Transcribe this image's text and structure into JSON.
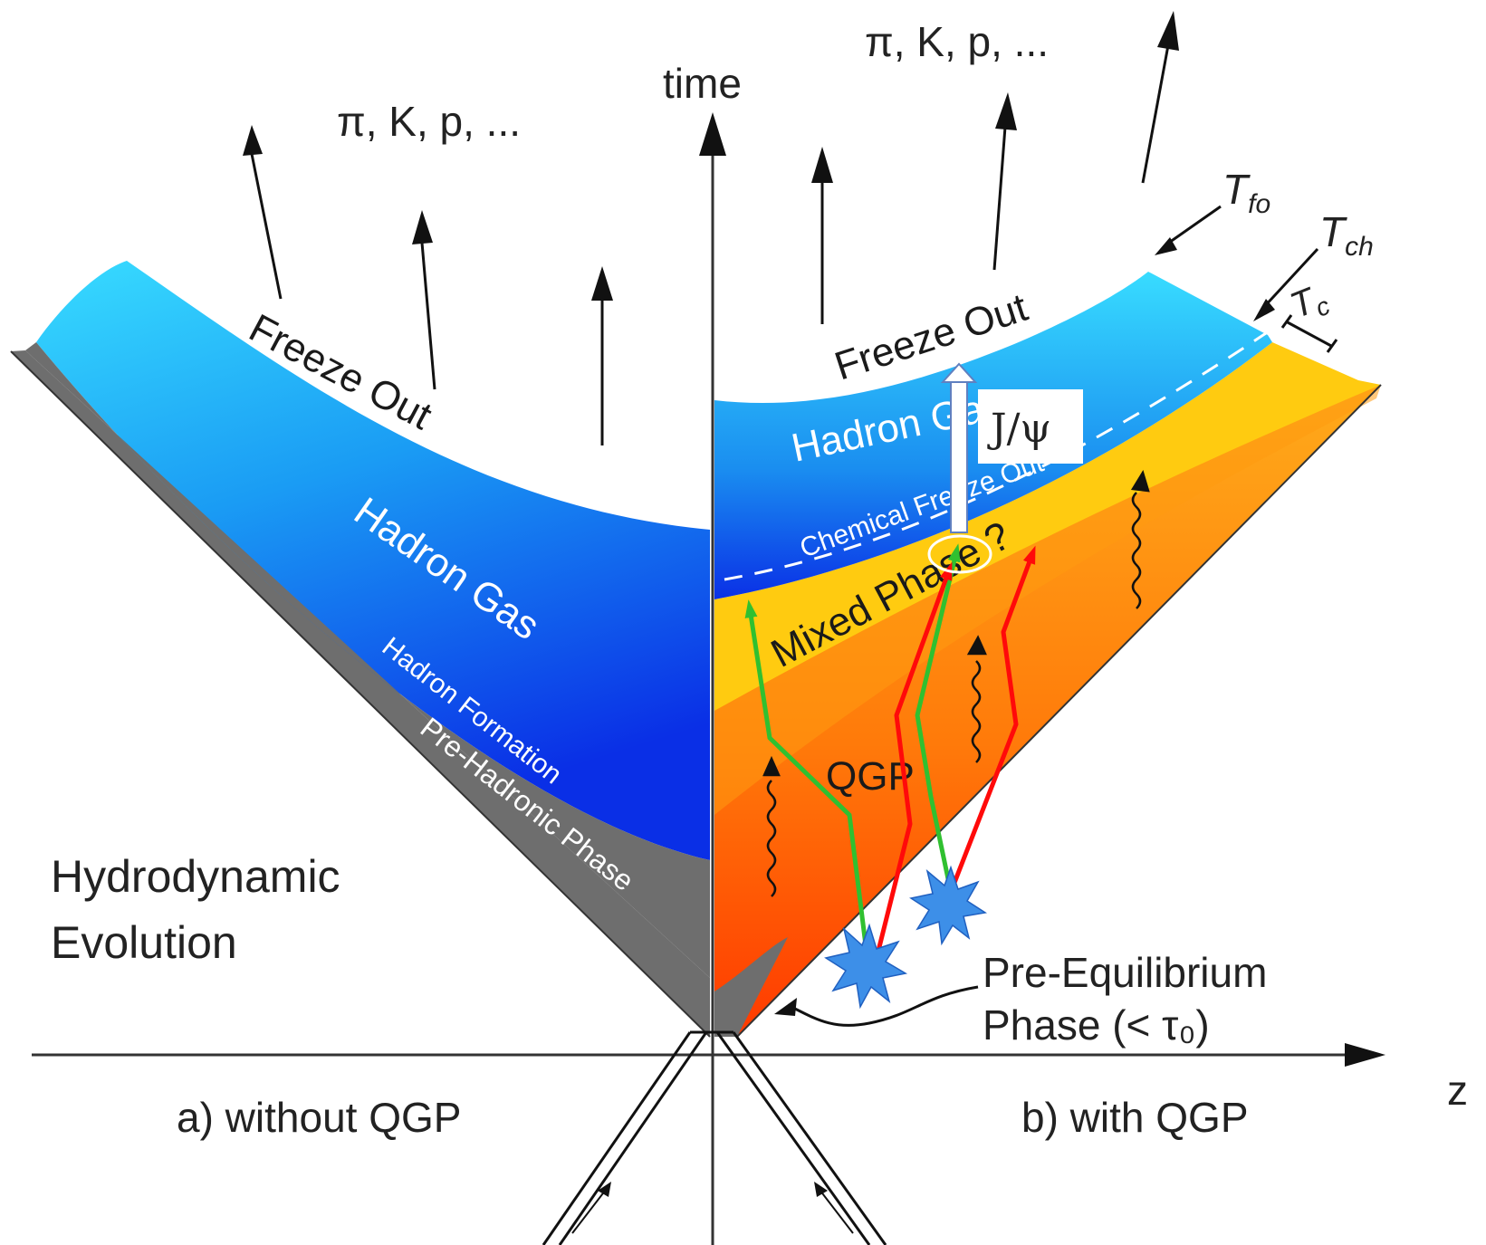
{
  "axes": {
    "time_label": "time",
    "z_label": "z"
  },
  "panels": {
    "left": {
      "caption": "a) without QGP"
    },
    "right": {
      "caption": "b) with QGP"
    }
  },
  "left_side": {
    "hadron_label": "π, K, p, ...",
    "freeze_out": "Freeze Out",
    "hadron_gas": "Hadron Gas",
    "hadron_formation": "Hadron Formation",
    "pre_hadronic": "Pre-Hadronic Phase",
    "hydro_line1": "Hydrodynamic",
    "hydro_line2": "Evolution"
  },
  "right_side": {
    "hadron_label": "π, K, p, ...",
    "freeze_out": "Freeze Out",
    "hadron_gas": "Hadron Gas",
    "chemical_freeze_out": "Chemical Freeze Out",
    "mixed_phase": "Mixed Phase ?",
    "qgp": "QGP",
    "jpsi": "J/ψ",
    "pre_eq_line1": "Pre-Equilibrium",
    "pre_eq_line2": "Phase (< τ₀)"
  },
  "temperatures": {
    "t_fo": {
      "base": "T",
      "sub": "fo"
    },
    "t_ch": {
      "base": "T",
      "sub": "ch"
    },
    "t_c": {
      "base": "T",
      "sub": "c"
    }
  },
  "colors": {
    "hadron_gas_light": "#30d5ff",
    "hadron_gas_dark": "#0a2fe6",
    "mixed_phase": "#ffcb10",
    "qgp_top": "#ff9a10",
    "qgp_bottom": "#ff3a00",
    "pre_hadronic": "#6e6e6e",
    "track_red": "#ff0a0a",
    "track_green": "#30c030",
    "star_blue": "#3d8fe8"
  }
}
